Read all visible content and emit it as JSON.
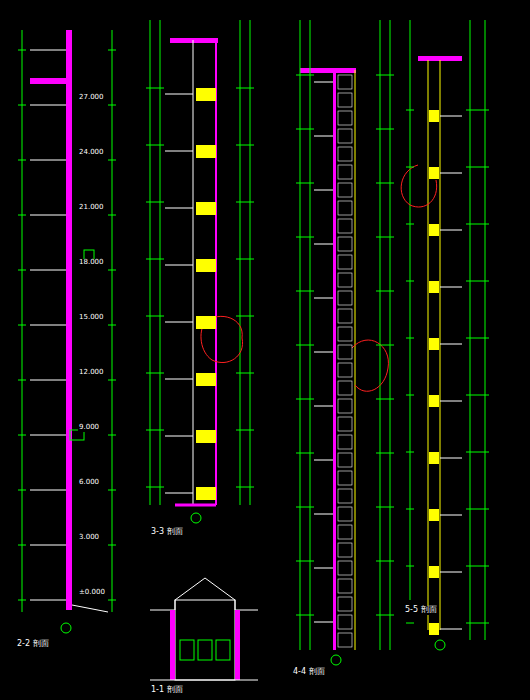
{
  "diagram": {
    "labels": [
      "2-2 剖面",
      "3-3 剖面",
      "1-1 剖面",
      "4-4 剖面",
      "5-5 剖面",
      "±0.000",
      "3.000",
      "6.000",
      "9.000",
      "12.000",
      "15.000",
      "18.000",
      "21.000",
      "24.000",
      "27.000"
    ]
  }
}
